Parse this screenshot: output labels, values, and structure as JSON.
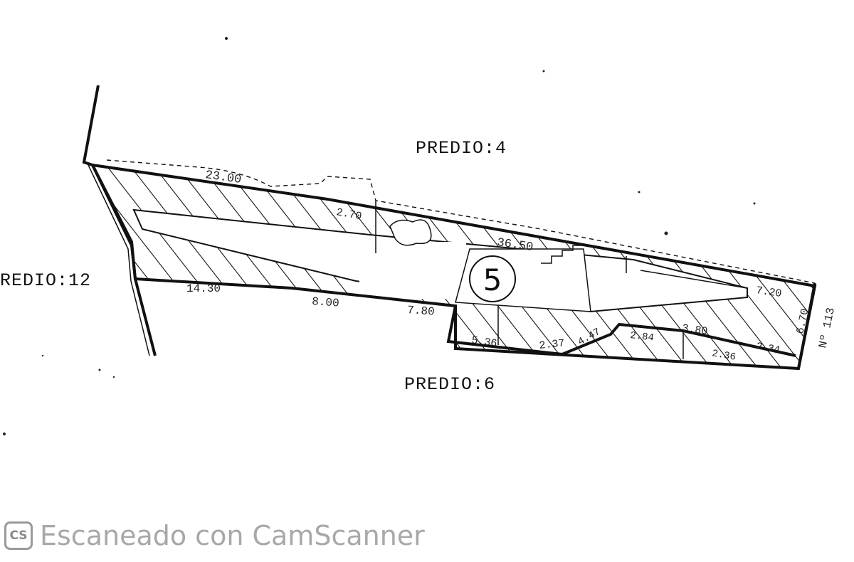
{
  "labels": {
    "predio_top": "PREDIO:4",
    "predio_left": "REDIO:12",
    "predio_bottom": "PREDIO:6",
    "lot_number": "5",
    "house_number": "Nº 113"
  },
  "measurements": {
    "m1": "23.00",
    "m2": "2.70",
    "m3": "36.50",
    "m4": "14.30",
    "m5": "8.00",
    "m6": "7.80",
    "m7": "5.36",
    "m8": "2.37",
    "m9": "4.47",
    "m10": "2.84",
    "m11": "3.80",
    "m12": "2.36",
    "m13": "2.34",
    "m14": "7.20",
    "m15": "6.70"
  },
  "watermark": {
    "icon": "CS",
    "text": "Escaneado con CamScanner"
  },
  "colors": {
    "ink": "#111111",
    "watermark": "#a8a8a8"
  }
}
